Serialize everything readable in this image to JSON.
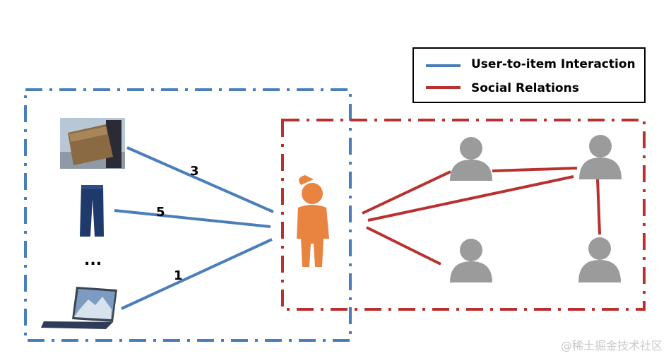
{
  "legend": {
    "interaction_label": "User-to-item Interaction",
    "social_label": "Social Relations"
  },
  "interactions": [
    {
      "item": "bag",
      "rating": "3"
    },
    {
      "item": "jeans",
      "rating": "5"
    },
    {
      "item": "laptop",
      "rating": "1"
    }
  ],
  "ellipsis": "...",
  "watermark": "@稀土掘金技术社区",
  "colors": {
    "interaction": "#4a7ebb",
    "social": "#b8312f",
    "user": "#e8843f",
    "friend": "#9b9b9b"
  }
}
